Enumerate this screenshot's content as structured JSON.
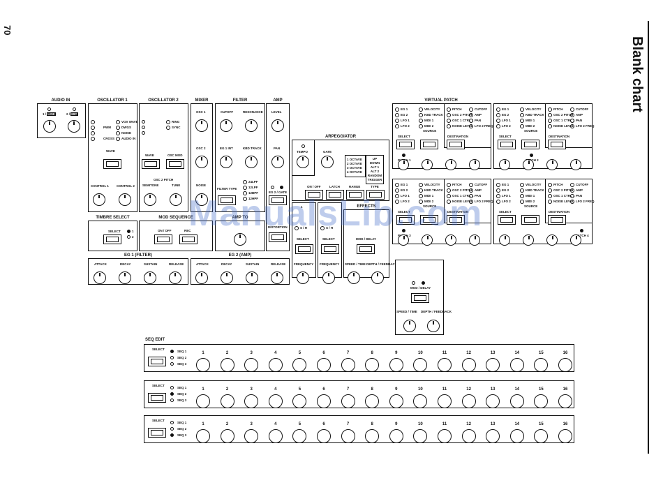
{
  "page": {
    "number": "70",
    "title": "Blank chart",
    "watermark": "ManualsLib.com"
  },
  "sections": {
    "audio_in": "AUDIO IN",
    "osc1": "OSCILLATOR 1",
    "osc2": "OSCILLATOR 2",
    "mixer": "MIXER",
    "filter": "FILTER",
    "amp": "AMP",
    "arp": "ARPEGGIATOR",
    "virtual_patch": "VIRTUAL PATCH",
    "timbre_select": "TIMBRE SELECT",
    "mod_sequence": "MOD SEQUENCE",
    "vocoder_amp": "AMP TO",
    "effects": "EFFECTS",
    "eg1": "EG 1 (FILTER)",
    "eg2": "EG 2 (AMP)",
    "seq_edit": "SEQ EDIT"
  },
  "audio_in": {
    "in1": "1 / ",
    "in1_box": "LINE",
    "in2": "2 / ",
    "in2_box": "MIC"
  },
  "osc1": {
    "waves": [
      "",
      "PWM",
      "",
      "CROSS"
    ],
    "waves2": [
      "VOX WAVE",
      "DWGS",
      "NOISE",
      "AUDIO IN"
    ],
    "wave": "WAVE",
    "c1": "CONTROL 1",
    "c2": "CONTROL 2"
  },
  "osc2": {
    "opts": [
      "RING",
      "SYNC"
    ],
    "wave": "WAVE",
    "mod": "OSC MOD",
    "pitch": "OSC 2 PITCH",
    "semi": "SEMITONE",
    "tune": "TUNE"
  },
  "mixer": {
    "k1": "OSC 1",
    "k2": "OSC 2",
    "k3": "NOISE"
  },
  "filter": {
    "cutoff": "CUTOFF",
    "reso": "RESONANCE",
    "eg": "EG 1 INT",
    "kbd": "KBD TRACK",
    "type": "FILTER TYPE",
    "types": [
      "24LPF",
      "12LPF",
      "12BPF",
      "12HPF"
    ]
  },
  "amp": {
    "level": "LEVEL",
    "pan": "PAN",
    "eg2": "EG 2 / GATE",
    "dist": "DISTORTION"
  },
  "arp": {
    "tempo": "TEMPO",
    "gate": "GATE",
    "octaves": [
      "1 OCTAVE",
      "2 OCTAVE",
      "3 OCTAVE",
      "4 OCTAVE"
    ],
    "types": [
      "UP",
      "DOWN",
      "ALT 1",
      "ALT 2",
      "RANDOM",
      "TRIGGER"
    ],
    "onoff": "ON / OFF",
    "latch": "LATCH",
    "range": "RANGE",
    "type": "TYPE"
  },
  "timbre": {
    "select": "SELECT",
    "o1": "1",
    "o2": "2"
  },
  "modseq": {
    "onoff": "ON / OFF",
    "rec": "REC"
  },
  "lfo": {
    "title1": "1",
    "select": "SELECT",
    "freq": "FREQUENCY",
    "sh": "S / H"
  },
  "effects": {
    "mod": "MOD / DELAY",
    "speed": "SPEED / TIME",
    "depth": "DEPTH / FEEDBACK"
  },
  "eg": {
    "attack": "ATTACK",
    "decay": "DECAY",
    "sustain": "SUSTAIN",
    "release": "RELEASE"
  },
  "vpatch": {
    "sources": [
      "EG 1",
      "EG 2",
      "LFO 1",
      "LFO 2"
    ],
    "sources2": [
      "VELOCITY",
      "KBD TRACK",
      "MIDI 1",
      "MIDI 2"
    ],
    "dests": [
      "PITCH",
      "OSC 2 PITCH",
      "OSC 1 CTRL 1",
      "NOISE LEVEL"
    ],
    "dests2": [
      "CUTOFF",
      "AMP",
      "PAN",
      "LFO 2 FREQ"
    ],
    "select": "SELECT",
    "source": "SOURCE",
    "destination": "DESTINATION",
    "patches": [
      "PATCH 1",
      "PATCH 2",
      "PATCH 3",
      "PATCH 4"
    ]
  },
  "fx_extra": {
    "mod": "MOD / DELAY",
    "speed": "SPEED / TIME",
    "depth": "DEPTH / FEEDBACK"
  },
  "seq": {
    "select": "SELECT",
    "rows": [
      "SEQ 1",
      "SEQ 2",
      "SEQ 3"
    ],
    "steps": [
      "1",
      "2",
      "3",
      "4",
      "5",
      "6",
      "7",
      "8",
      "9",
      "10",
      "11",
      "12",
      "13",
      "14",
      "15",
      "16"
    ]
  }
}
